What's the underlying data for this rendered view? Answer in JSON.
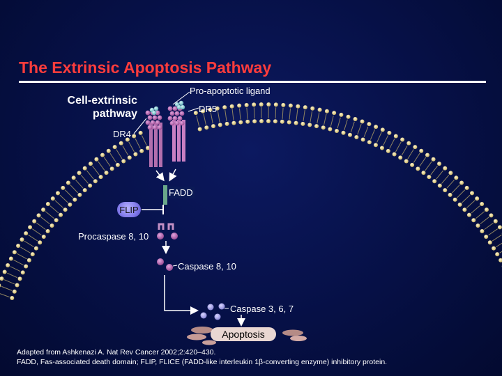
{
  "title": "The Extrinsic Apoptosis Pathway",
  "labels": {
    "cell_extrinsic_line1": "Cell-extrinsic",
    "cell_extrinsic_line2": "pathway",
    "ligand": "Pro-apoptotic ligand",
    "dr5": "DR5",
    "dr4": "DR4",
    "fadd": "FADD",
    "flip": "FLIP",
    "procaspase": "Procaspase 8, 10",
    "caspase_8_10": "Caspase 8, 10",
    "caspase_3_6_7": "Caspase 3, 6, 7",
    "apoptosis": "Apoptosis"
  },
  "footnote": {
    "line1": "Adapted from Ashkenazi A. Nat Rev Cancer 2002;2:420–430.",
    "line2": "FADD, Fas-associated death domain; FLIP, FLICE (FADD-like interleukin 1β-converting enzyme) inhibitory protein."
  },
  "colors": {
    "background": "#061046",
    "title": "#ff3c3c",
    "membrane": "#e8d79a",
    "receptor": "#c97fc3",
    "ligand": "#7fc7cf",
    "flip": "#8f88f0",
    "apoptosis_cell": "#e9d7d2"
  }
}
